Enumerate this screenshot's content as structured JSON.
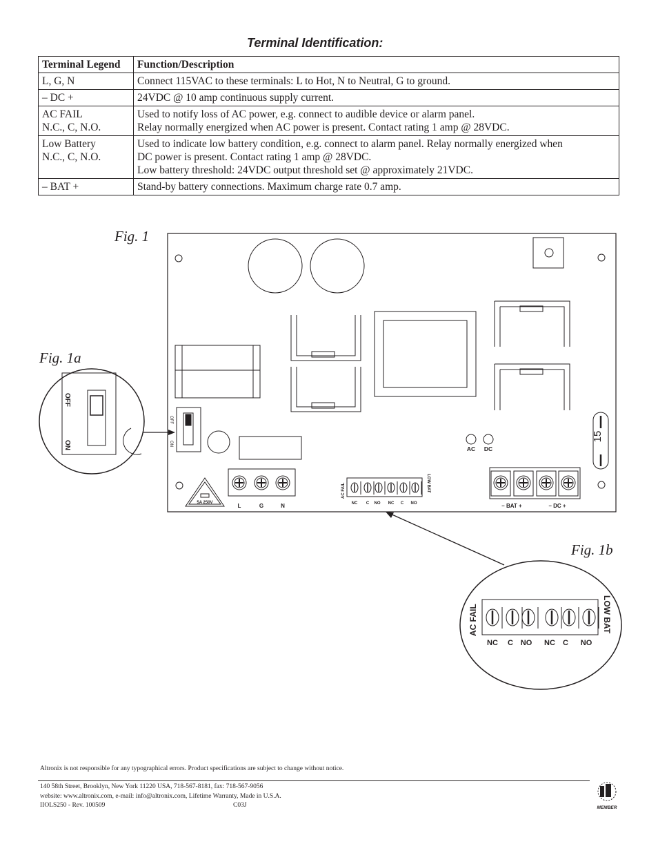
{
  "title": "Terminal Identification:",
  "table": {
    "headers": [
      "Terminal Legend",
      "Function/Description"
    ],
    "rows": [
      {
        "legend": [
          "L, G, N"
        ],
        "desc": [
          "Connect 115VAC to these terminals: L to Hot, N to Neutral, G to ground."
        ]
      },
      {
        "legend": [
          "– DC +"
        ],
        "desc": [
          "24VDC @ 10 amp continuous supply current."
        ]
      },
      {
        "legend": [
          "AC FAIL",
          "N.C., C, N.O."
        ],
        "desc": [
          "Used to notify loss of AC power, e.g. connect to audible device or alarm panel.",
          "Relay normally energized when AC power is present. Contact rating 1 amp @ 28VDC."
        ]
      },
      {
        "legend": [
          "Low Battery",
          "N.C., C, N.O."
        ],
        "desc": [
          "Used to indicate low battery condition, e.g. connect to alarm panel. Relay normally energized when",
          "DC power is present. Contact rating 1 amp @ 28VDC.",
          "Low battery threshold: 24VDC output threshold set @ approximately 21VDC."
        ]
      },
      {
        "legend": [
          "– BAT +"
        ],
        "desc": [
          "Stand-by battery connections. Maximum charge rate 0.7 amp."
        ]
      }
    ]
  },
  "figures": {
    "fig1": "Fig. 1",
    "fig1a": "Fig. 1a",
    "fig1b": "Fig. 1b"
  },
  "board": {
    "fuse_label": "5A 250V",
    "ac_terminals": [
      "L",
      "G",
      "N"
    ],
    "switch_off": "OFF",
    "switch_on": "ON",
    "relay_left_label": "AC FAIL",
    "relay_right_label": "LOW BAT",
    "relay_terminals": [
      "NC",
      "C",
      "NO",
      "NC",
      "C",
      "NO"
    ],
    "led_labels": [
      "AC",
      "DC"
    ],
    "bat_label": "– BAT +",
    "dc_label": "– DC +",
    "voltage_marker": "15"
  },
  "fig1a_zoom": {
    "off": "OFF",
    "on": "ON"
  },
  "fig1b_zoom": {
    "left_label": "AC FAIL",
    "right_label": "LOW BAT",
    "terminals": [
      "NC",
      "C",
      "NO",
      "NC",
      "C",
      "NO"
    ]
  },
  "footer": {
    "disclaimer": "Altronix is not responsible for any typographical errors. Product specifications are subject to change without notice.",
    "address": "140 58th Street, Brooklyn, New York 11220 USA, 718-567-8181, fax: 718-567-9056",
    "website": "website: www.altronix.com, e-mail: info@altronix.com, Lifetime Warranty, Made in U.S.A.",
    "doc_id": "IIOLS250 - Rev. 100509",
    "code": "C03J",
    "member": "MEMBER"
  }
}
